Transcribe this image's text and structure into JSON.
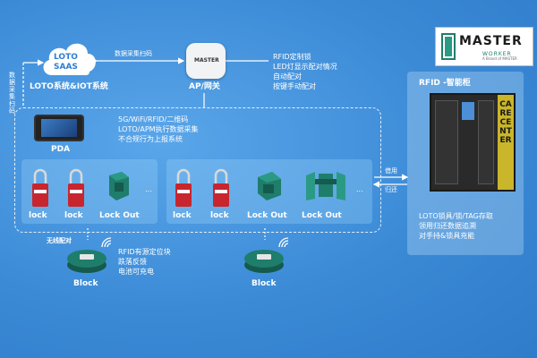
{
  "cloud": {
    "line1": "LOTO",
    "line2": "SAAS",
    "caption": "LOTO系统&IOT系统"
  },
  "gateway": {
    "brand": "MASTER",
    "caption": "AP/网关"
  },
  "arrows": {
    "data_collect_scan": "数据采集扫码",
    "data_collect_scan_vertical": "数据采集扫码",
    "wireless_config": "无线配对",
    "borrow": "借用",
    "return": "归还"
  },
  "gateway_features": [
    "RFID定制锁",
    "LED灯显示配对情况",
    "自动配对",
    "按键手动配对"
  ],
  "pda": {
    "caption": "PDA",
    "features": [
      "5G/WiFi/RFID/二维码",
      "LOTO/APM执行数据采集",
      "不合规行为上报系统"
    ]
  },
  "group_left": {
    "labels": [
      "lock",
      "lock",
      "Lock Out"
    ]
  },
  "group_right": {
    "labels": [
      "lock",
      "lock",
      "Lock Out",
      "Lock Out"
    ]
  },
  "ellipsis": "...",
  "block": {
    "caption": "Block",
    "features": [
      "RFID有源定位块",
      "跌落反馈",
      "电池可充电"
    ]
  },
  "block2": {
    "caption": "Block"
  },
  "cabinet": {
    "title": "RFID -智能柜",
    "side_text": "CARE CENTER",
    "features": [
      "LOTO锁具/锁/TAG存取",
      "领用归还数据追溯",
      "对手持&锁具充能"
    ]
  },
  "logo": {
    "name": "MASTER",
    "sub": "WORKER",
    "tagline": "A Brand of MASTER"
  },
  "colors": {
    "background": "#3f8fd8",
    "device_green": "#1f7d6b",
    "lock_red": "#c8262e",
    "cabinet_yellow": "#c9b62a"
  }
}
